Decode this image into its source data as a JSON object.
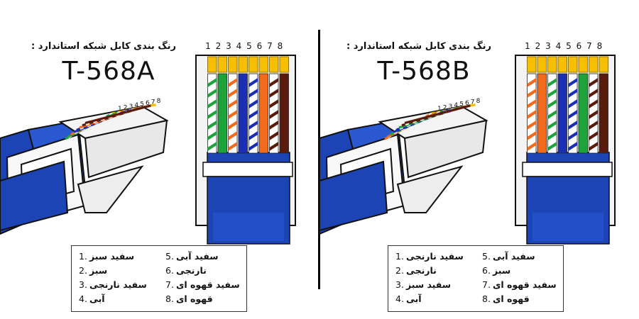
{
  "colors": {
    "white": "#ffffff",
    "orange": "#f26a1b",
    "green": "#1ea33a",
    "blue": "#1b2fb4",
    "brown": "#5a1a0c",
    "gold": "#f6c000",
    "jacket": "#1c44b4",
    "plug": "#f4f4f4"
  },
  "panels": [
    {
      "caption": "رنگ بندی کابل شبکه استاندارد :",
      "standard": "T-568A",
      "pin_numbers": [
        "1",
        "2",
        "3",
        "4",
        "5",
        "6",
        "7",
        "8"
      ],
      "wire_colors": [
        "green-white",
        "green",
        "orange-white",
        "blue",
        "blue-white",
        "orange",
        "brown-white",
        "brown"
      ],
      "legend": [
        {
          "num": "1.",
          "label": "سفید سبز"
        },
        {
          "num": "2.",
          "label": "سبز"
        },
        {
          "num": "3.",
          "label": "سفید نارنجی"
        },
        {
          "num": "4.",
          "label": "آبی"
        },
        {
          "num": "5.",
          "label": "سفید آبی"
        },
        {
          "num": "6.",
          "label": "نارنجی"
        },
        {
          "num": "7.",
          "label": "سفید قهوه ای"
        },
        {
          "num": "8.",
          "label": "قهوه ای"
        }
      ]
    },
    {
      "caption": "رنگ بندی کابل شبکه استاندارد :",
      "standard": "T-568B",
      "pin_numbers": [
        "1",
        "2",
        "3",
        "4",
        "5",
        "6",
        "7",
        "8"
      ],
      "wire_colors": [
        "orange-white",
        "orange",
        "green-white",
        "blue",
        "blue-white",
        "green",
        "brown-white",
        "brown"
      ],
      "legend": [
        {
          "num": "1.",
          "label": "سفید نارنجی"
        },
        {
          "num": "2.",
          "label": "نارنجی"
        },
        {
          "num": "3.",
          "label": "سفید سبز"
        },
        {
          "num": "4.",
          "label": "آبی"
        },
        {
          "num": "5.",
          "label": "سفید آبی"
        },
        {
          "num": "6.",
          "label": "سبز"
        },
        {
          "num": "7.",
          "label": "سفید قهوه ای"
        },
        {
          "num": "8.",
          "label": "قهوه ای"
        }
      ]
    }
  ]
}
